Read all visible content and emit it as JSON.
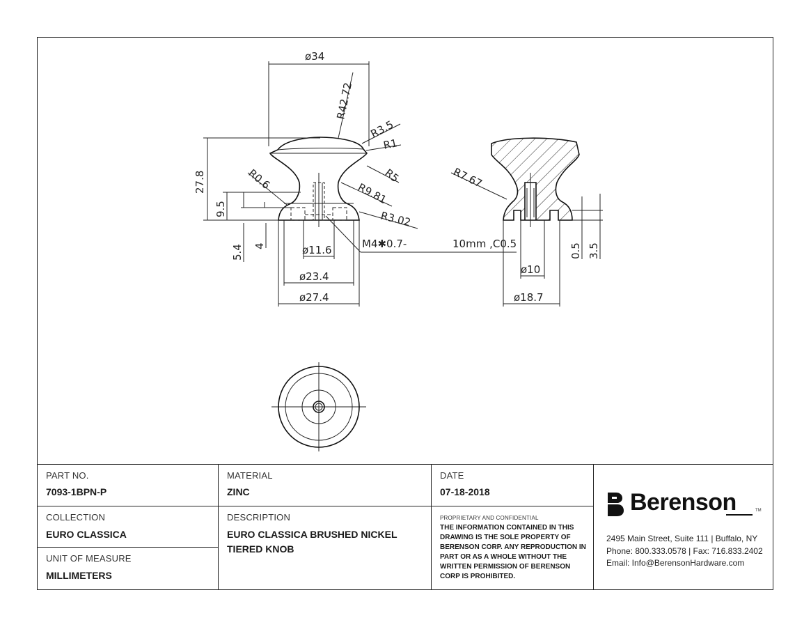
{
  "dimensions": {
    "dia_34": "ø34",
    "r_42_72": "R42.72",
    "r_3_5": "R3.5",
    "r_1": "R1",
    "r_5": "R5",
    "r_9_81": "R9.81",
    "r_3_02": "R3.02",
    "r_0_6": "R0.6",
    "h_27_8": "27.8",
    "h_9_5": "9.5",
    "h_5_4": "5.4",
    "h_4": "4",
    "thread_a": "M4✱0.7-",
    "thread_b": "10mm ,C0.5",
    "dia_11_6": "ø11.6",
    "dia_23_4": "ø23.4",
    "dia_27_4": "ø27.4",
    "r_7_67": "R7.67",
    "dia_10": "ø10",
    "dia_18_7": "ø18.7",
    "h_0_5": "0.5",
    "h_3_5": "3.5"
  },
  "title_block": {
    "part_no_label": "PART NO.",
    "part_no": "7093-1BPN-P",
    "material_label": "MATERIAL",
    "material": "ZINC",
    "date_label": "DATE",
    "date": "07-18-2018",
    "collection_label": "COLLECTION",
    "collection": "EURO CLASSICA",
    "description_label": "DESCRIPTION",
    "description_line1": "EURO CLASSICA BRUSHED NICKEL",
    "description_line2": "TIERED KNOB",
    "uom_label": "UNIT OF MEASURE",
    "uom": "MILLIMETERS",
    "confidential_label": "PROPRIETARY AND CONFIDENTIAL",
    "confidential_text": "THE INFORMATION CONTAINED IN THIS DRAWING IS THE SOLE PROPERTY OF BERENSON CORP. ANY REPRODUCTION IN PART OR AS A WHOLE WITHOUT THE WRITTEN PERMISSION OF BERENSON CORP IS PROHIBITED."
  },
  "company": {
    "name": "Berenson",
    "tm": "TM",
    "address": "2495 Main Street, Suite 111 | Buffalo, NY",
    "phone": "Phone: 800.333.0578 | Fax: 716.833.2402",
    "email": "Email: Info@BerensonHardware.com"
  },
  "icons": {
    "logo": "berenson-b-logo-icon"
  }
}
